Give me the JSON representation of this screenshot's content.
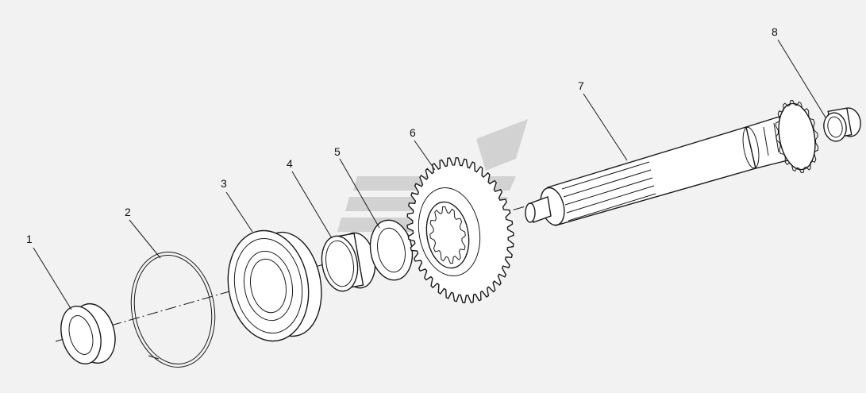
{
  "callouts": [
    "1",
    "2",
    "3",
    "4",
    "5",
    "6",
    "7",
    "8"
  ],
  "colors": {
    "background": "#f2f2f2",
    "line": "#1a1a1a",
    "watermark": "#c8c8c8"
  }
}
